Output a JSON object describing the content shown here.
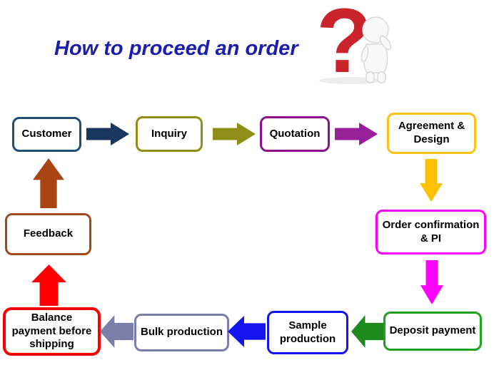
{
  "title": {
    "text": "How to proceed an order",
    "color": "#1C1CAD"
  },
  "question_graphic": {
    "glyph": "?",
    "color": "#C9232C"
  },
  "nodes": [
    {
      "id": "customer",
      "label": "Customer",
      "border": "#1F4E79"
    },
    {
      "id": "inquiry",
      "label": "Inquiry",
      "border": "#8F8F17"
    },
    {
      "id": "quotation",
      "label": "Quotation",
      "border": "#8A128A"
    },
    {
      "id": "agreement-design",
      "label": "Agreement & Design",
      "border": "#FFC112"
    },
    {
      "id": "order-confirmation",
      "label": "Order confirmation & PI",
      "border": "#FF00FF"
    },
    {
      "id": "deposit-payment",
      "label": "Deposit payment",
      "border": "#1FA11F"
    },
    {
      "id": "sample-production",
      "label": "Sample production",
      "border": "#1414F0"
    },
    {
      "id": "bulk-production",
      "label": "Bulk production",
      "border": "#7B7FA8"
    },
    {
      "id": "balance-payment",
      "label": "Balance payment before shipping",
      "border": "#FF0000"
    },
    {
      "id": "feedback",
      "label": "Feedback",
      "border": "#9E4A1C"
    }
  ],
  "arrows": [
    {
      "from": "customer",
      "to": "inquiry",
      "direction": "right",
      "color": "#17375E"
    },
    {
      "from": "inquiry",
      "to": "quotation",
      "direction": "right",
      "color": "#8F8F17"
    },
    {
      "from": "quotation",
      "to": "agreement-design",
      "direction": "right",
      "color": "#992099"
    },
    {
      "from": "agreement-design",
      "to": "order-confirmation",
      "direction": "down",
      "color": "#FFC000"
    },
    {
      "from": "order-confirmation",
      "to": "deposit-payment",
      "direction": "down",
      "color": "#FF00FF"
    },
    {
      "from": "deposit-payment",
      "to": "sample-production",
      "direction": "left",
      "color": "#1E8A1E"
    },
    {
      "from": "sample-production",
      "to": "bulk-production",
      "direction": "left",
      "color": "#1414F0"
    },
    {
      "from": "bulk-production",
      "to": "balance-payment",
      "direction": "left",
      "color": "#7B7FA8"
    },
    {
      "from": "balance-payment",
      "to": "feedback",
      "direction": "up",
      "color": "#FF0000"
    },
    {
      "from": "feedback",
      "to": "customer",
      "direction": "up",
      "color": "#A84513"
    }
  ]
}
